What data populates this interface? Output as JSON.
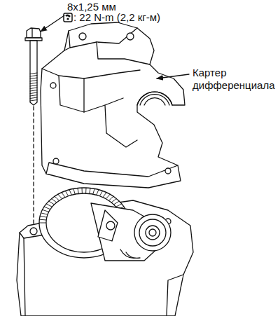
{
  "diagram": {
    "labels": [
      "8x1,25 мм",
      ": 22 N-m (2,2 кг-м)",
      "Картер дифференциала"
    ]
  }
}
